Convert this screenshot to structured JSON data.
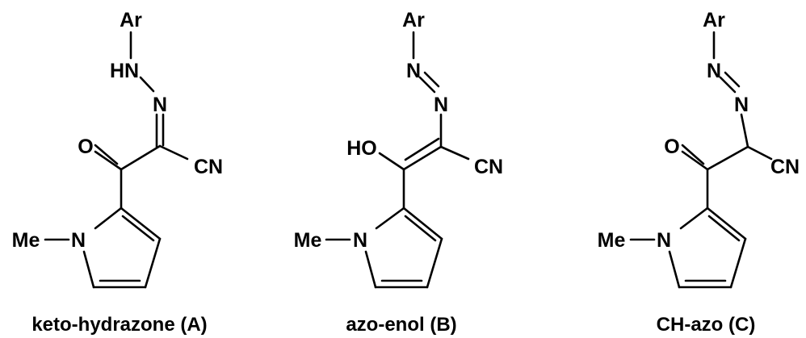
{
  "structures": [
    {
      "caption": "keto-hydrazone (A)",
      "atoms": {
        "ar": "Ar",
        "nh": "HN",
        "n_imine": "N",
        "oxygen": "O",
        "cn": "CN",
        "methyl": "Me",
        "n_pyrrole": "N"
      }
    },
    {
      "caption": "azo-enol (B)",
      "atoms": {
        "ar": "Ar",
        "n_azo_1": "N",
        "n_azo_2": "N",
        "hydroxyl": "HO",
        "cn": "CN",
        "methyl": "Me",
        "n_pyrrole": "N"
      }
    },
    {
      "caption": "CH-azo (C)",
      "atoms": {
        "ar": "Ar",
        "n_azo_1": "N",
        "n_azo_2": "N",
        "oxygen": "O",
        "cn": "CN",
        "methyl": "Me",
        "n_pyrrole": "N"
      }
    }
  ]
}
